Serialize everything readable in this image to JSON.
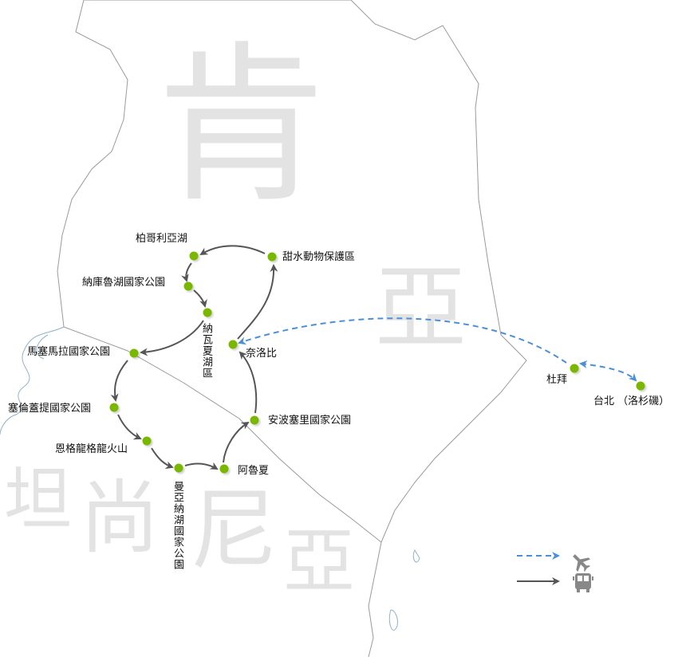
{
  "watermarks": {
    "kenya_1": "肯",
    "kenya_2": "亞",
    "tanzania_1": "坦",
    "tanzania_2": "尚",
    "tanzania_3": "尼",
    "tanzania_4": "亞"
  },
  "places": {
    "bogoria": "柏哥利亞湖",
    "sweetwaters": "甜水動物保護區",
    "nakuru": "納庫魯湖國家公園",
    "naivasha": "納瓦夏湖區",
    "masai_mara": "馬塞馬拉國家公園",
    "nairobi": "奈洛比",
    "serengeti": "塞倫蓋提國家公園",
    "ngorongoro": "恩格龍格龍火山",
    "manyara": "曼亞納湖國家公園",
    "arusha": "阿魯夏",
    "amboseli": "安波塞里國家公園",
    "dubai": "杜拜",
    "taipei": "台北 （洛杉磯）"
  },
  "legend": {
    "flight_icon": "airplane-icon",
    "bus_icon": "bus-icon"
  },
  "colors": {
    "flight": "#4a90d9",
    "ground": "#555555",
    "node": "#7ab800",
    "border": "#9a9a9a",
    "watermark": "#e3e3e3"
  }
}
